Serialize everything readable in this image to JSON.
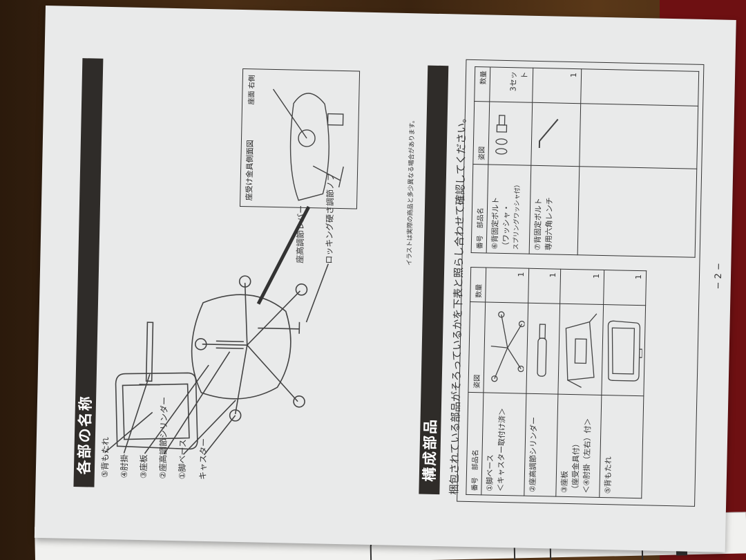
{
  "document": {
    "type": "chair assembly manual page",
    "language": "ja",
    "page_number": "− 2 −"
  },
  "section_names": {
    "title": "各部の名称",
    "labels": [
      {
        "id": "backrest",
        "text": "⑤背もたれ"
      },
      {
        "id": "armrest",
        "text": "④肘掛"
      },
      {
        "id": "seat",
        "text": "③座板"
      },
      {
        "id": "cylinder",
        "text": "②座高調節シリンダー"
      },
      {
        "id": "leg-base",
        "text": "①脚ベース"
      },
      {
        "id": "caster",
        "text": "キャスター"
      },
      {
        "id": "rocking-knob",
        "text": "ロッキング硬さ調節ノブ"
      },
      {
        "id": "height-lever",
        "text": "座高調節レバー"
      }
    ],
    "inset": {
      "title": "座受け金具側面図",
      "subtitle": "座面 右側"
    },
    "note": "イラストは実際の商品と多少異なる場合があります。"
  },
  "section_parts": {
    "title": "構成部品",
    "intro": "梱包されている部品がそろっているかを下表と照らし合わせて確認してください。",
    "headers": {
      "name": "番号　部品名",
      "figure": "姿図",
      "quantity": "数量"
    },
    "left_table": [
      {
        "name": "①脚ベース",
        "name2": "＜キャスター取付け済＞",
        "quantity": "1",
        "figure_icon": "leg-base-figure"
      },
      {
        "name": "②座高調節シリンダー",
        "name2": "",
        "quantity": "1",
        "figure_icon": "cylinder-figure"
      },
      {
        "name": "③座板",
        "name2": "（座受金具付）",
        "name3": "＜④肘掛（左右）付＞",
        "quantity": "1",
        "figure_icon": "seat-figure"
      },
      {
        "name": "⑤背もたれ",
        "name2": "",
        "quantity": "1",
        "figure_icon": "backrest-figure"
      }
    ],
    "right_table": [
      {
        "name": "⑥背固定ボルト",
        "name2": "（ワッシャ・",
        "name3": "スプリングワッシャ付）",
        "quantity": "3セット",
        "figure_icon": "bolt-figure"
      },
      {
        "name": "⑦背固定ボルト",
        "name2": "専用六角レンチ",
        "quantity": "1",
        "figure_icon": "hex-wrench-figure"
      },
      {
        "name": "",
        "quantity": "",
        "figure_icon": ""
      }
    ]
  },
  "colors": {
    "paper": "#e9eaea",
    "ink": "#222222",
    "section_bar": "#2f2c29",
    "wood": "#3a2412",
    "red_cloth": "#6e1012"
  }
}
